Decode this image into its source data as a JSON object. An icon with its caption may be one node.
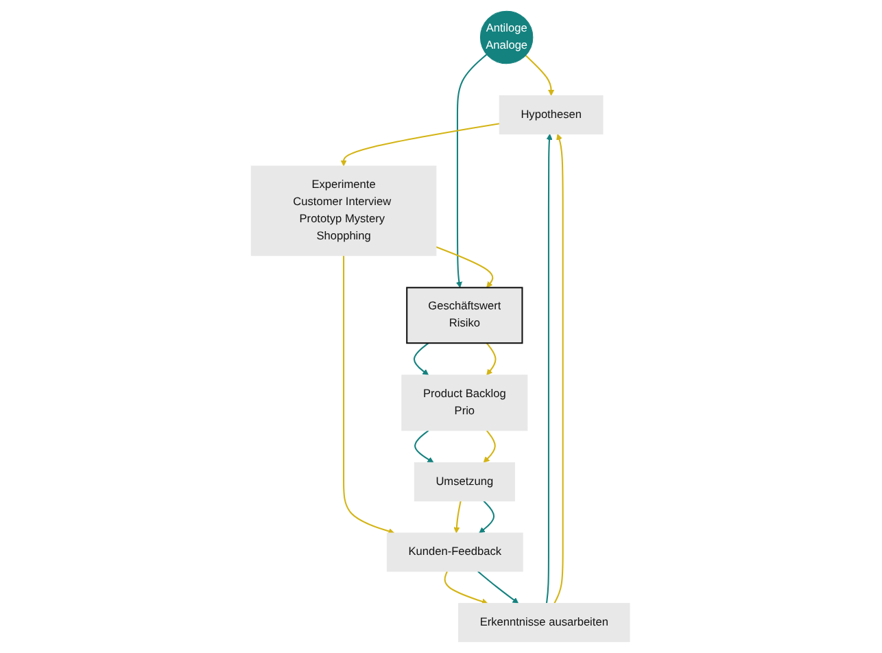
{
  "diagram": {
    "nodes": [
      {
        "text": [
          "Antiloge",
          "Analoge"
        ]
      },
      {
        "text": [
          "Geschäftswert",
          "Risiko"
        ]
      },
      {
        "text": [
          "Hypothesen"
        ]
      },
      {
        "text": [
          "Experimente",
          "Customer Interview Prototyp Mystery Shopphing"
        ]
      },
      {
        "text": [
          "Product Backlog",
          "Prio"
        ]
      },
      {
        "text": [
          "Erkenntnisse ausarbeiten"
        ]
      },
      {
        "text": [
          "Kunden-Feedback"
        ]
      },
      {
        "text": [
          "Umsetzung"
        ]
      }
    ],
    "edges": [
      {
        "from": 0,
        "to": 2,
        "arrow": "to"
      },
      {
        "from": 0,
        "to": 1,
        "arrow": "to",
        "color": "#14827f"
      },
      {
        "from": 3,
        "to": 1,
        "arrow": "to"
      },
      {
        "from": 1,
        "to": 4,
        "arrow": "to",
        "color": "#14827f"
      },
      {
        "from": 1,
        "to": 4,
        "arrow": "to"
      },
      {
        "from": 2,
        "to": 3,
        "arrow": "to"
      },
      {
        "from": 3,
        "to": 6,
        "arrow": "to"
      },
      {
        "from": 4,
        "to": 7,
        "arrow": "to",
        "color": "#14827f"
      },
      {
        "from": 4,
        "to": 7,
        "arrow": "to"
      },
      {
        "from": 7,
        "to": 6,
        "arrow": "to"
      },
      {
        "from": 7,
        "to": 6,
        "arrow": "to",
        "color": "#14827f"
      },
      {
        "from": 6,
        "to": 5,
        "arrow": "to"
      },
      {
        "from": 6,
        "to": 5,
        "arrow": "to",
        "color": "#14827f"
      },
      {
        "from": 5,
        "to": 2,
        "arrow": "to",
        "color": "#14827f"
      },
      {
        "from": 5,
        "to": 2,
        "arrow": "to"
      }
    ]
  }
}
